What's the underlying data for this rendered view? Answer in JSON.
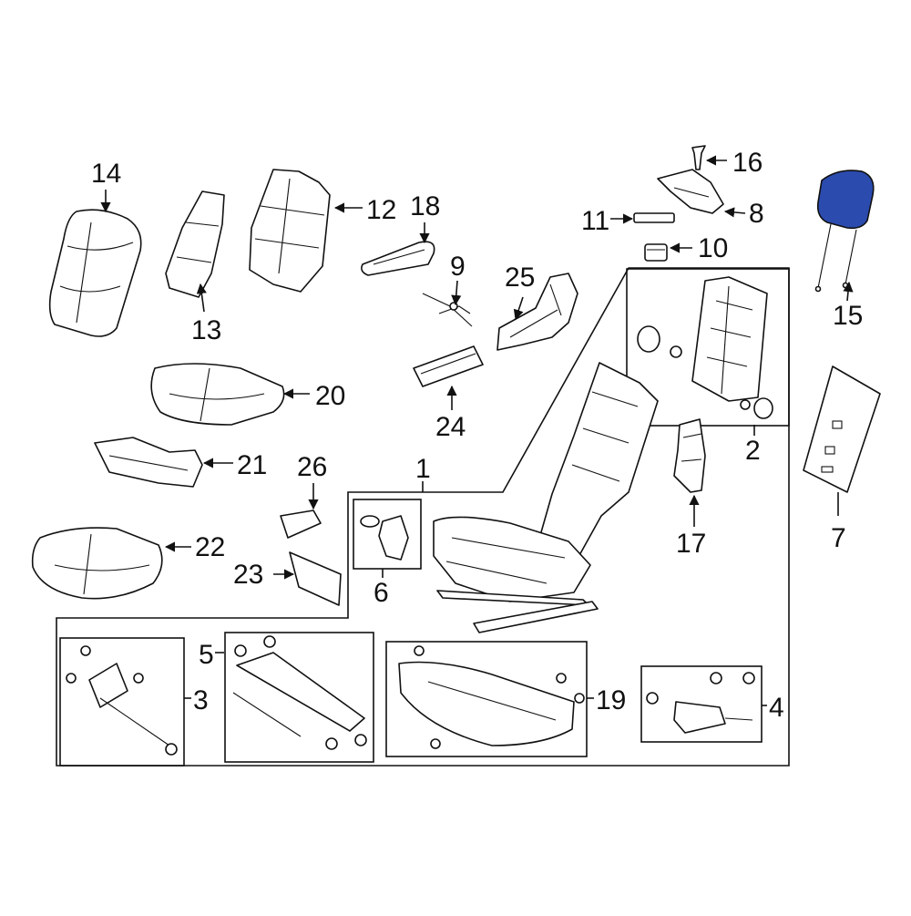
{
  "diagram": {
    "callouts": [
      "1",
      "2",
      "3",
      "4",
      "5",
      "6",
      "7",
      "8",
      "9",
      "10",
      "11",
      "12",
      "13",
      "14",
      "15",
      "16",
      "17",
      "18",
      "19",
      "20",
      "21",
      "22",
      "23",
      "24",
      "25",
      "26"
    ],
    "highlight_color": "#2B4BAE",
    "highlight_part": "15"
  }
}
